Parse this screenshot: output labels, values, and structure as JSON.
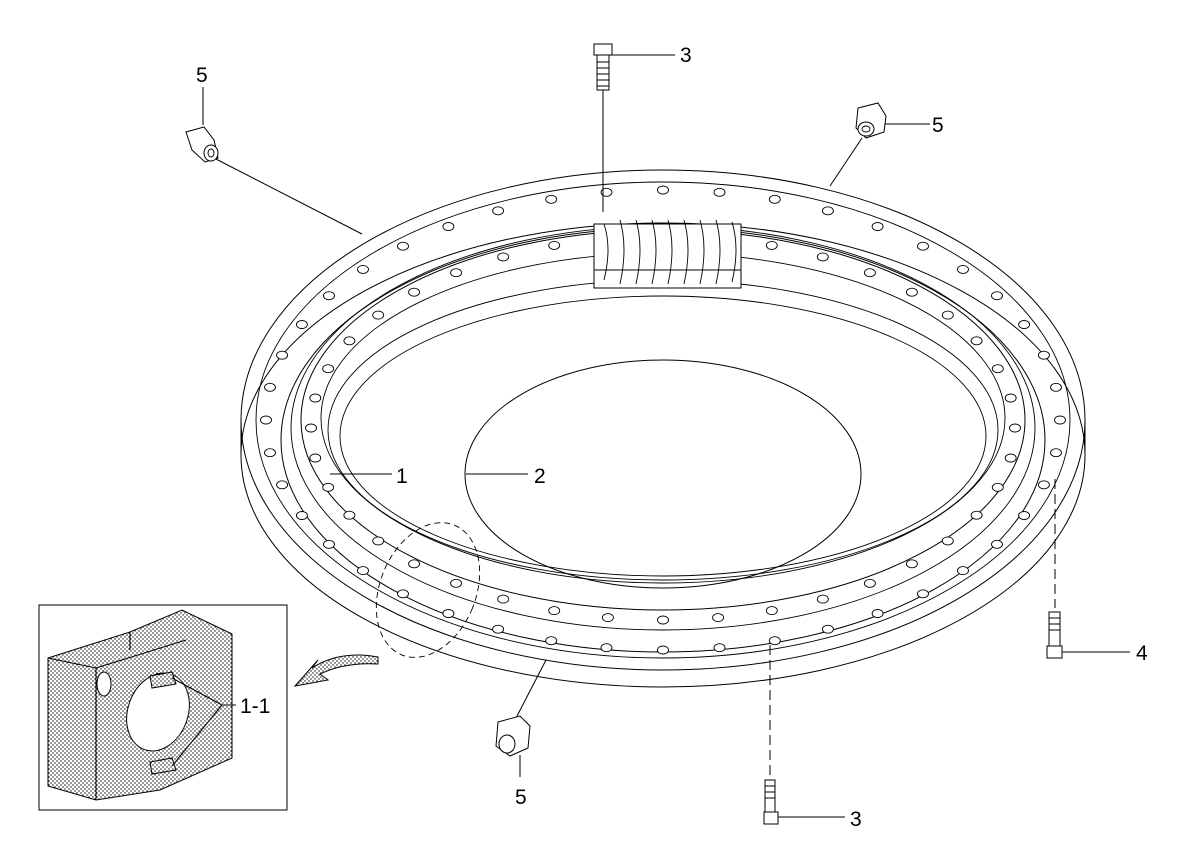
{
  "callouts": {
    "ring": "1",
    "seal": "2",
    "bolt_top": "3",
    "bolt_bottom": "3",
    "bolt_right": "4",
    "nipple_top_left": "5",
    "nipple_top_right": "5",
    "nipple_bottom": "5",
    "detail": "1-1"
  },
  "icons": [
    "bolt-icon",
    "grease-nipple-icon",
    "arrow-icon"
  ]
}
